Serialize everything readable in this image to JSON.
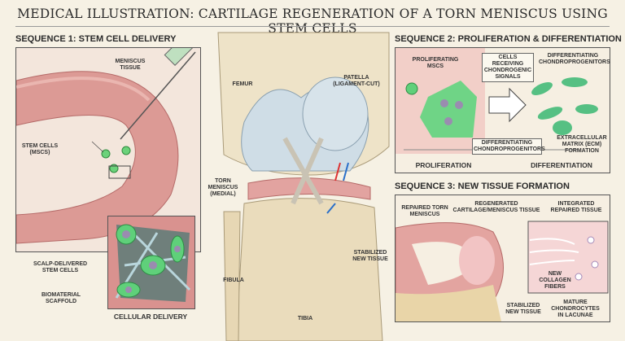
{
  "title": "MEDICAL ILLUSTRATION: CARTILAGE REGENERATION OF A TORN MENISCUS USING STEM CELLS",
  "seq1": {
    "heading": "SEQUENCE 1: STEM CELL DELIVERY",
    "meniscus": "MENISCUS TISSUE",
    "stem_cells": "STEM CELLS (MSCs)",
    "scalp": "SCALP-DELIVERED STEM CELLS",
    "scaffold": "BIOMATERIAL SCAFFOLD",
    "caption": "CELLULAR DELIVERY"
  },
  "center": {
    "femur": "FEMUR",
    "patella": "PATELLA (LIGAMENT-CUT)",
    "torn": "TORN MENISCUS (MEDIAL)",
    "stabilized": "STABILIZED NEW TISSUE",
    "fibula": "FIBULA",
    "tibia": "TIBIA"
  },
  "seq2": {
    "heading": "SEQUENCE 2: PROLIFERATION & DIFFERENTIATION",
    "prolif_mscs": "PROLIFERATING MSCs",
    "receiving": "CELLS RECEIVING CHONDROGENIC SIGNALS",
    "diff_top": "DIFFERENTIATING CHONDROPROGENITORS",
    "diff_bottom": "DIFFERENTIATING CHONDROPROGENITORS",
    "ecm": "EXTRACELLULAR MATRIX (ECM) FORMATION",
    "proliferation": "PROLIFERATION",
    "differentiation": "DIFFERENTIATION"
  },
  "seq3": {
    "heading": "SEQUENCE 3: NEW TISSUE FORMATION",
    "repaired": "REPAIRED TORN MENISCUS",
    "regenerated": "REGENERATED CARTILAGE/MENISCUS TISSUE",
    "integrated": "INTEGRATED REPAIRED TISSUE",
    "collagen": "NEW COLLAGEN FIBERS",
    "stabilized": "STABILIZED NEW TISSUE",
    "chondrocytes": "MATURE CHONDROCYTES IN LACUNAE"
  }
}
